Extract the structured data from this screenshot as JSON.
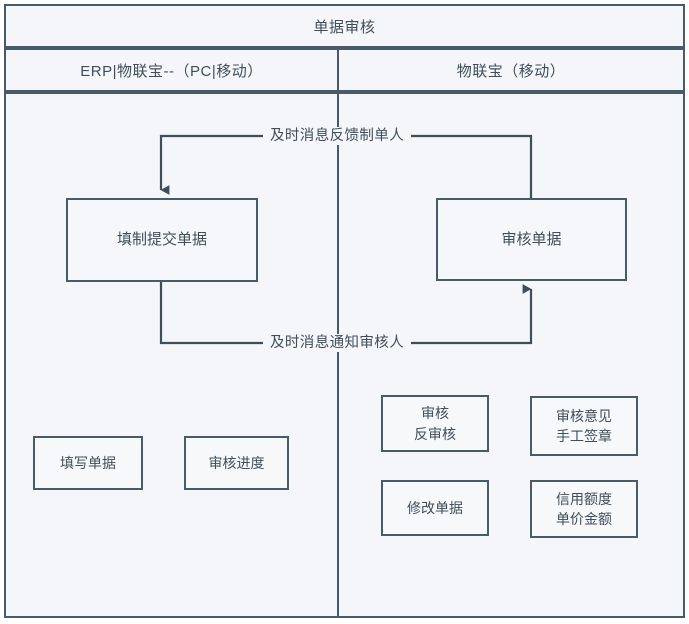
{
  "diagram": {
    "title": "单据审核",
    "type": "swimlane-flowchart",
    "lanes": [
      {
        "id": "lane-erp",
        "label": "ERP|物联宝--（PC|移动）"
      },
      {
        "id": "lane-wlb",
        "label": "物联宝（移动）"
      }
    ],
    "main_nodes": [
      {
        "id": "node-fill-submit",
        "label": "填制提交单据",
        "lane": "lane-erp"
      },
      {
        "id": "node-audit-doc",
        "label": "审核单据",
        "lane": "lane-wlb"
      }
    ],
    "edges": [
      {
        "id": "edge-feedback",
        "label": "及时消息反馈制单人",
        "from": "node-audit-doc",
        "to": "node-fill-submit"
      },
      {
        "id": "edge-notify",
        "label": "及时消息通知审核人",
        "from": "node-fill-submit",
        "to": "node-audit-doc"
      }
    ],
    "left_feature_nodes": [
      {
        "id": "node-fill-doc",
        "label": "填写单据"
      },
      {
        "id": "node-audit-progress",
        "label": "审核进度"
      }
    ],
    "right_feature_nodes": [
      {
        "id": "node-audit-unaudit",
        "label": "审核\n反审核"
      },
      {
        "id": "node-audit-opinion",
        "label": "审核意见\n手工签章"
      },
      {
        "id": "node-modify-doc",
        "label": "修改单据"
      },
      {
        "id": "node-credit-amount",
        "label": "信用额度\n单价金额"
      }
    ],
    "colors": {
      "stroke": "#4a5b68",
      "fill": "#f4f6f9",
      "node_fill": "#f6f8fa",
      "text": "#3f4e5a",
      "page_background": "#ffffff"
    }
  }
}
